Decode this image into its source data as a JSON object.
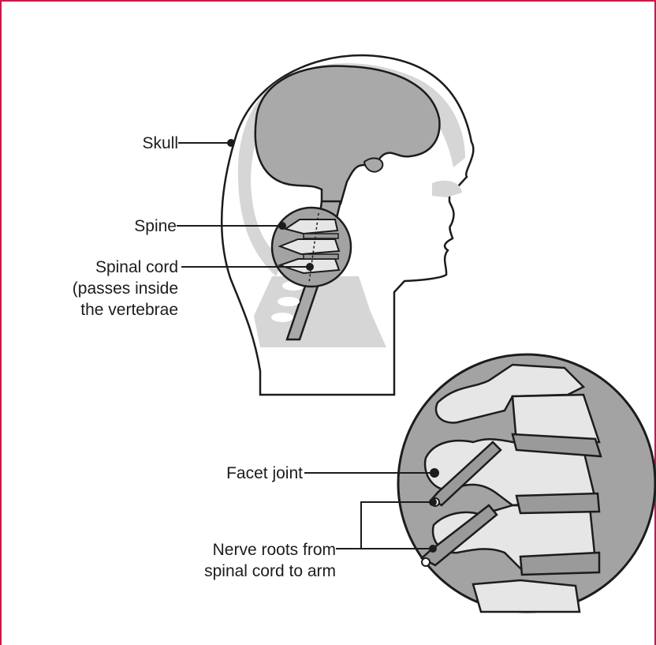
{
  "colors": {
    "frame": "#c8194a",
    "ink": "#1c1c1c",
    "brain": "#a9a9a9",
    "bone_shade": "#d6d6d6",
    "lens_bg": "#a3a3a3",
    "vertebra": "#e6e6e6",
    "disc": "#9a9a9a"
  },
  "labels": {
    "skull": "Skull",
    "spine": "Spine",
    "spinal_cord": [
      "Spinal cord",
      "(passes inside",
      "the vertebrae"
    ],
    "facet_joint": "Facet joint",
    "nerve_roots": [
      "Nerve roots from",
      "spinal cord to arm"
    ]
  }
}
